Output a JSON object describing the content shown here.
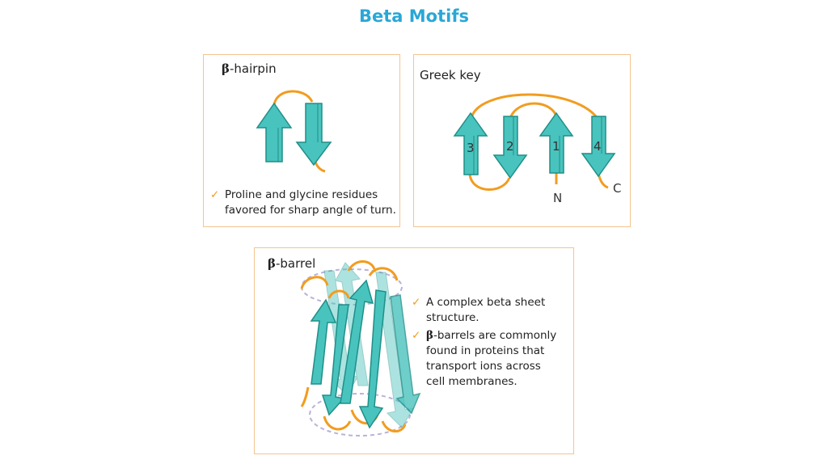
{
  "title": "Beta Motifs",
  "colors": {
    "title": "#2aa7d6",
    "strand_fill": "#49c3bd",
    "strand_stroke": "#1f8f88",
    "loop": "#f29c1f",
    "panel_border": "#f3c58f"
  },
  "hairpin": {
    "beta_symbol": "β",
    "label": "-hairpin",
    "check_icon": "✓",
    "note_line1": "Proline and glycine residues",
    "note_line2": "favored for sharp angle of turn."
  },
  "greek_key": {
    "label": "Greek key",
    "strand_numbers": [
      "3",
      "2",
      "1",
      "4"
    ],
    "n_terminus": "N",
    "c_terminus": "C"
  },
  "barrel": {
    "beta_symbol": "β",
    "label": "-barrel",
    "check_icon": "✓",
    "point1_line1": "A complex beta sheet",
    "point1_line2": "structure.",
    "point2_beta": "β",
    "point2_line1": "-barrels are commonly",
    "point2_line2": "found in  proteins that",
    "point2_line3": "transport ions across",
    "point2_line4": "cell membranes."
  }
}
